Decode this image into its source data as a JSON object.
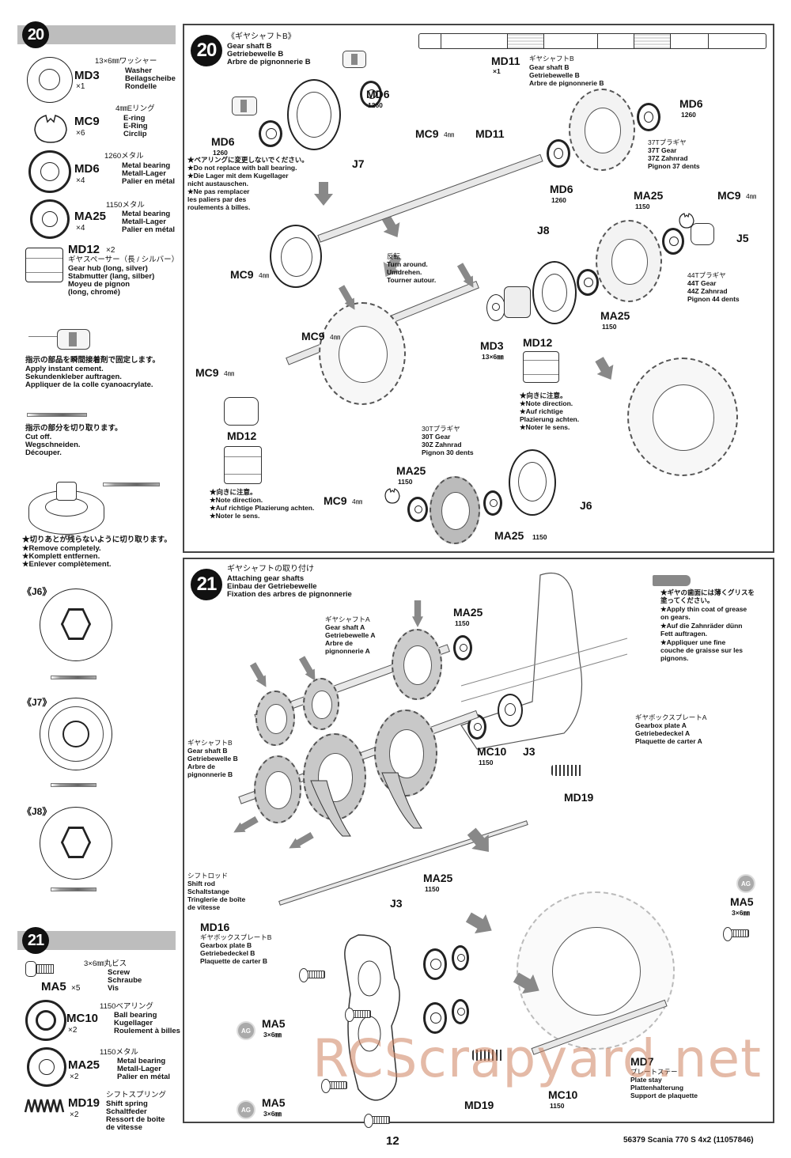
{
  "page": {
    "page_number": "12",
    "footer_ref": "56379 Scania 770 S 4x2 (11057846)",
    "watermark": "RCScrapyard.net"
  },
  "sidebar": {
    "step20": {
      "badge": "20",
      "parts": [
        {
          "code": "MD3",
          "qty": "×1",
          "jp": "13×6㎜ワッシャー",
          "en": "Washer",
          "de": "Beilagscheibe",
          "fr": "Rondelle"
        },
        {
          "code": "MC9",
          "qty": "×6",
          "jp": "4㎜Eリング",
          "en": "E-ring",
          "de": "E-Ring",
          "fr": "Circlip"
        },
        {
          "code": "MD6",
          "qty": "×4",
          "jp": "1260メタル",
          "en": "Metal bearing",
          "de": "Metall-Lager",
          "fr": "Palier en métal"
        },
        {
          "code": "MA25",
          "qty": "×4",
          "jp": "1150メタル",
          "en": "Metal bearing",
          "de": "Metall-Lager",
          "fr": "Palier en métal"
        }
      ],
      "md12": {
        "code": "MD12",
        "qty": "×2",
        "jp": "ギヤスペーサー（長 / シルバー）",
        "en": "Gear hub (long, silver)",
        "de": "Stabmutter (lang, silber)",
        "fr1": "Moyeu de pignon",
        "fr2": "(long, chromé)"
      }
    },
    "cement_note": {
      "jp": "指示の部品を瞬間接着剤で固定します。",
      "en": "Apply instant cement.",
      "de": "Sekundenkleber auftragen.",
      "fr": "Appliquer de la colle cyanoacrylate."
    },
    "cut_note": {
      "jp": "指示の部分を切り取ります。",
      "en": "Cut off.",
      "de": "Wegschneiden.",
      "fr": "Découper."
    },
    "remove_note": {
      "jp": "★切りあとが残らないように切り取ります。",
      "en": "★Remove completely.",
      "de": "★Komplett entfernen.",
      "fr": "★Enlever complètement."
    },
    "details": [
      {
        "label": "《J6》"
      },
      {
        "label": "《J7》"
      },
      {
        "label": "《J8》"
      }
    ],
    "step21": {
      "badge": "21",
      "parts": [
        {
          "code": "MA5",
          "qty": "×5",
          "jp": "3×6㎜丸ビス",
          "en": "Screw",
          "de": "Schraube",
          "fr": "Vis"
        },
        {
          "code": "MC10",
          "qty": "×2",
          "jp": "1150ベアリング",
          "en": "Ball bearing",
          "de": "Kugellager",
          "fr": "Roulement à billes"
        },
        {
          "code": "MA25",
          "qty": "×2",
          "jp": "1150メタル",
          "en": "Metal bearing",
          "de": "Metall-Lager",
          "fr": "Palier en métal"
        },
        {
          "code": "MD19",
          "qty": "×2",
          "jp": "シフトスプリング",
          "en": "Shift spring",
          "de": "Schaltfeder",
          "fr1": "Ressort de boîte",
          "fr2": "de vitesse"
        }
      ]
    }
  },
  "step20": {
    "badge": "20",
    "title_jp": "《ギヤシャフトB》",
    "title_en": "Gear shaft B",
    "title_de": "Getriebewelle B",
    "title_fr": "Arbre de pignonnerie B",
    "md11_ref": {
      "code": "MD11",
      "qty": "×1",
      "jp": "ギヤシャフトB",
      "en": "Gear shaft B",
      "de": "Getriebewelle B",
      "fr": "Arbre de pignonnerie B"
    },
    "bearing_note": [
      "★ベアリングに変更しないでください。",
      "★Do not replace with ball bearing.",
      "★Die Lager mit dem Kugellager",
      "nicht austauschen.",
      "★Ne pas remplacer",
      "les paliers par des",
      "roulements à billes."
    ],
    "turn_note": {
      "jp": "反転",
      "en": "Turn around.",
      "de": "Umdrehen.",
      "fr": "Tourner autour."
    },
    "direction_note_a": [
      "★向きに注意。",
      "★Note direction.",
      "★Auf richtige",
      "Plazierung achten.",
      "★Noter le sens."
    ],
    "direction_note_b": [
      "★向きに注意。",
      "★Note direction.",
      "★Auf richtige Plazierung achten.",
      "★Noter le sens."
    ],
    "gear37": [
      "37Tプラギヤ",
      "37T Gear",
      "37Z Zahnrad",
      "Pignon 37 dents"
    ],
    "gear44": [
      "44Tプラギヤ",
      "44T Gear",
      "44Z Zahnrad",
      "Pignon 44 dents"
    ],
    "gear30": [
      "30Tプラギヤ",
      "30T Gear",
      "30Z Zahnrad",
      "Pignon 30 dents"
    ],
    "labels": {
      "md6": "MD6",
      "md6_sub": "1260",
      "j7": "J7",
      "j8": "J8",
      "j5": "J5",
      "j6": "J6",
      "mc9": "MC9",
      "mc9_sub": "4㎜",
      "md11": "MD11",
      "ma25": "MA25",
      "ma25_sub": "1150",
      "md3": "MD3",
      "md3_sub": "13×6㎜",
      "md12": "MD12"
    }
  },
  "step21": {
    "badge": "21",
    "title_jp": "ギヤシャフトの取り付け",
    "title_en": "Attaching gear shafts",
    "title_de": "Einbau der Getriebewelle",
    "title_fr": "Fixation des arbres de pignonnerie",
    "grease_note": [
      "★ギヤの歯面には薄くグリスを",
      "塗ってください。",
      "★Apply thin coat of grease",
      "on gears.",
      "★Auf die Zahnräder dünn",
      "Fett auftragen.",
      "★Appliquer une fine",
      "couche de graisse sur les",
      "pignons."
    ],
    "shaft_a": [
      "ギヤシャフトA",
      "Gear shaft A",
      "Getriebewelle A",
      "Arbre de",
      "pignonnerie A"
    ],
    "shaft_b": [
      "ギヤシャフトB",
      "Gear shaft B",
      "Getriebewelle B",
      "Arbre de",
      "pignonnerie B"
    ],
    "plate_a": [
      "ギヤボックスプレートA",
      "Gearbox plate A",
      "Getriebedeckel A",
      "Plaquette de carter A"
    ],
    "shift_rod": [
      "シフトロッド",
      "Shift rod",
      "Schaltstange",
      "Tringlerie de boîte",
      "de vitesse"
    ],
    "md16": {
      "code": "MD16",
      "lines": [
        "ギヤボックスプレートB",
        "Gearbox plate B",
        "Getriebedeckel B",
        "Plaquette de carter B"
      ]
    },
    "md7": {
      "code": "MD7",
      "lines": [
        "プレートステー",
        "Plate stay",
        "Plattenhalterung",
        "Support de plaquette"
      ]
    },
    "labels": {
      "ma25": "MA25",
      "ma25_sub": "1150",
      "mc10": "MC10",
      "mc10_sub": "1150",
      "j3": "J3",
      "md19": "MD19",
      "ma5": "MA5",
      "ma5_sub": "3×6㎜",
      "ag": "AG"
    }
  }
}
